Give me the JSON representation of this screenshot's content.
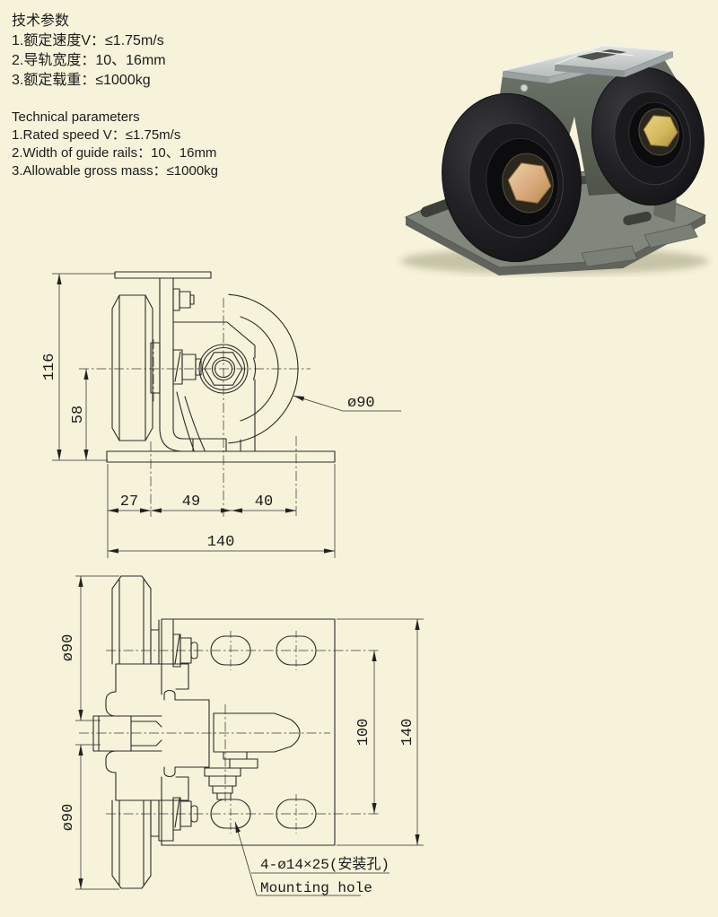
{
  "page": {
    "colors": {
      "background": "#f6f3da",
      "line": "#2b2b2b",
      "brass_left": "#d8a97c",
      "brass_right": "#d6b95c"
    }
  },
  "specs_cn": {
    "title": "技术参数",
    "items": [
      "1.额定速度V：≤1.75m/s",
      "2.导轨宽度：10、16mm",
      "3.额定载重：≤1000kg"
    ]
  },
  "specs_en": {
    "title": "Technical parameters",
    "items": [
      "1.Rated speed V：≤1.75m/s",
      "2.Width of guide rails：10、16mm",
      "3.Allowable gross mass：≤1000kg"
    ]
  },
  "photo": {
    "description": "Twin black guide rollers on grey steel bracket with brass hex axle nuts"
  },
  "side_view": {
    "dims": {
      "total_height": "116",
      "axle_height": "58",
      "seg_left": "27",
      "seg_mid": "49",
      "seg_right": "40",
      "total_width": "140",
      "wheel_diameter": "ø90"
    }
  },
  "top_view": {
    "dims": {
      "top_wheel_diameter": "ø90",
      "bottom_wheel_diameter": "ø90",
      "hole_pitch": "100",
      "plate_length": "140"
    },
    "labels": {
      "mounting_hole_cn": "4-ø14×25(安装孔)",
      "mounting_hole_en": "Mounting hole"
    }
  }
}
